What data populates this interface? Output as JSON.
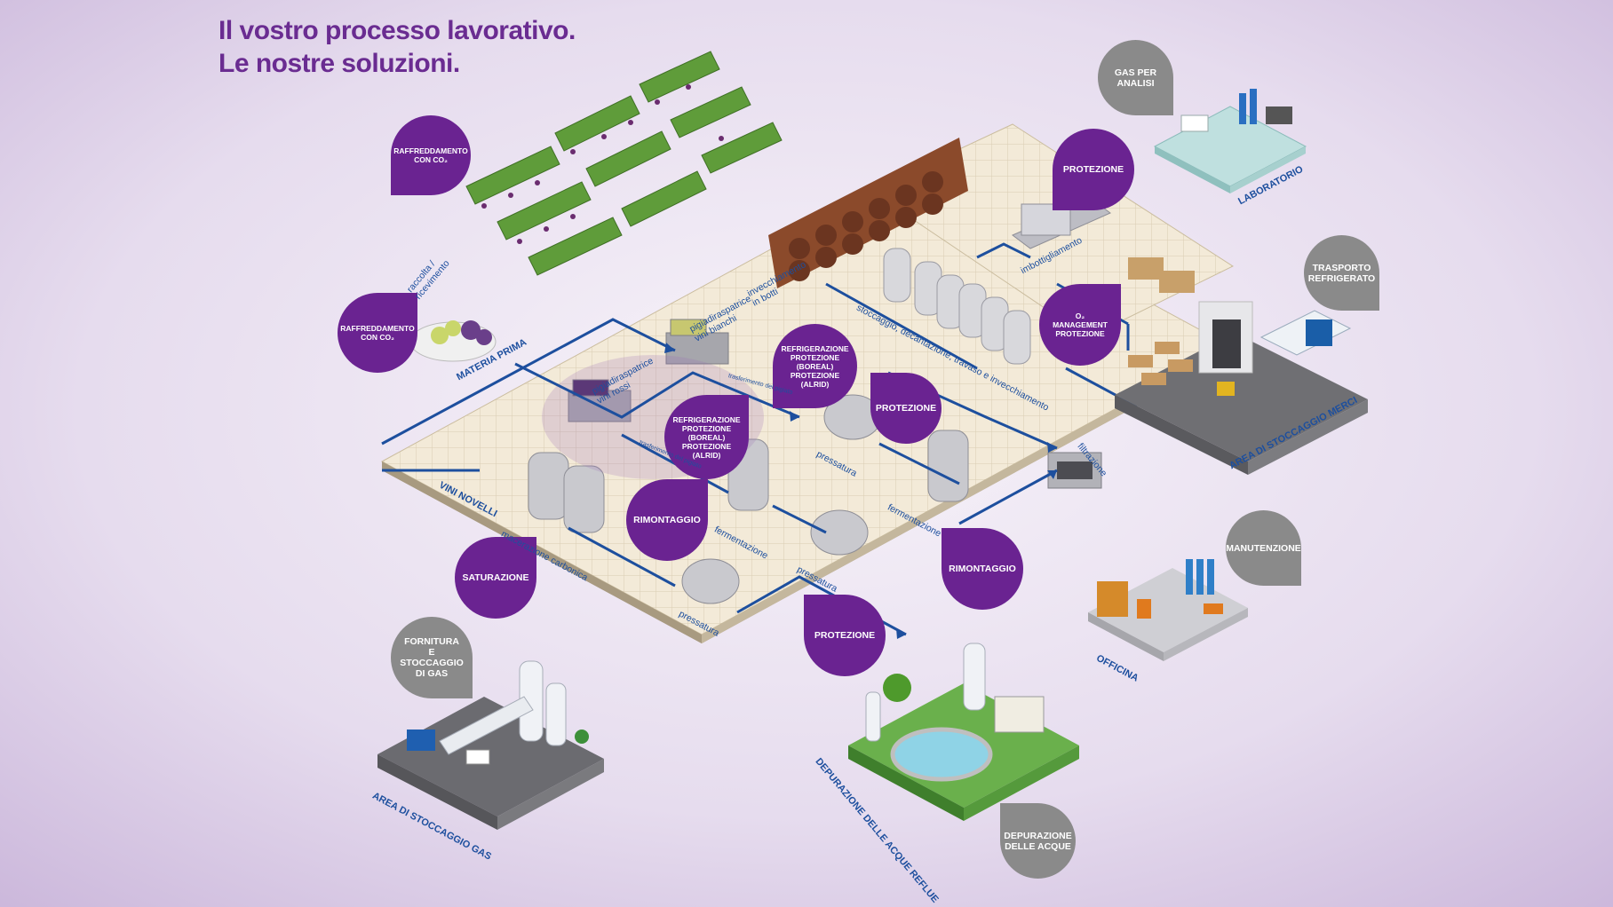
{
  "title": {
    "line1": "Il vostro processo lavorativo.",
    "line2": "Le nostre soluzioni."
  },
  "colors": {
    "accent_purple": "#6a2391",
    "flow_blue": "#1d4f9e",
    "grey_pin": "#8a8a8a",
    "floor": "#efe6d3"
  },
  "pins": {
    "raffreddamento_vigna": "RAFFREDDAMENTO\nCON CO₂",
    "raffreddamento_materia": "RAFFREDDAMENTO\nCON CO₂",
    "refrig_bianchi": "REFRIGERAZIONE\nPROTEZIONE\n(BOREAL)\nPROTEZIONE\n(ALRID)",
    "refrig_rossi": "REFRIGERAZIONE\nPROTEZIONE\n(BOREAL)\nPROTEZIONE\n(ALRID)",
    "protezione_top": "PROTEZIONE",
    "o2_management": "O₂\nMANAGEMENT\nPROTEZIONE",
    "protezione_mid": "PROTEZIONE",
    "rimontaggio_left": "RIMONTAGGIO",
    "saturazione": "SATURAZIONE",
    "rimontaggio_right": "RIMONTAGGIO",
    "protezione_bottom": "PROTEZIONE",
    "gas_analisi": "GAS PER\nANALISI",
    "trasporto": "TRASPORTO\nREFRIGERATO",
    "manutenzione": "MANUTENZIONE",
    "fornitura": "FORNITURA\nE STOCCAGGIO\nDI GAS",
    "depurazione": "DEPURAZIONE\nDELLE ACQUE"
  },
  "areas": {
    "materia_prima": "MATERIA PRIMA",
    "vini_novelli": "VINI NOVELLI",
    "laboratorio": "LABORATORIO",
    "stoccaggio_merci": "AREA DI STOCCAGGIO MERCI",
    "officina": "OFFICINA",
    "stoccaggio_gas": "AREA DI STOCCAGGIO GAS",
    "depurazione_reflue": "DEPURAZIONE DELLE ACQUE REFLUE"
  },
  "steps": {
    "raccolta": "raccolta /\nricevimento",
    "pigia_bianchi": "pigiadiraspatrice\nvini bianchi",
    "pigia_rossi": "pigiadiraspatrice\nvini rossi",
    "trasf_1": "trasferimento del pigiato",
    "trasf_2": "trasferimento del pigiato",
    "invecchiamento": "invecchiamento\nin botti",
    "stoccaggio": "stoccaggio, decantazione, travaso e invecchiamento",
    "imbottigliamento": "imbottigliamento",
    "filtrazione": "filtrazione",
    "pressatura_1": "pressatura",
    "pressatura_2": "pressatura",
    "pressatura_3": "pressatura",
    "fermentazione_1": "fermentazione",
    "fermentazione_2": "fermentazione",
    "macerazione": "macerazione carbonica"
  }
}
